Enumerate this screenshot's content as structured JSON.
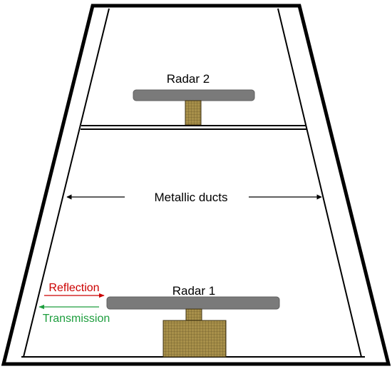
{
  "labels": {
    "radar_top": "Radar 2",
    "radar_bottom": "Radar 1",
    "ducts": "Metallic ducts",
    "reflection": "Reflection",
    "transmission": "Transmission"
  },
  "colors": {
    "outline": "#000000",
    "plate": "#7a7a7a",
    "plate_stroke": "#5e5e5e",
    "support_fill": "#a8904a",
    "support_grid": "#5a4a20",
    "reflection": "#cc0000",
    "transmission": "#1e9e3e",
    "arrow": "#000000"
  }
}
